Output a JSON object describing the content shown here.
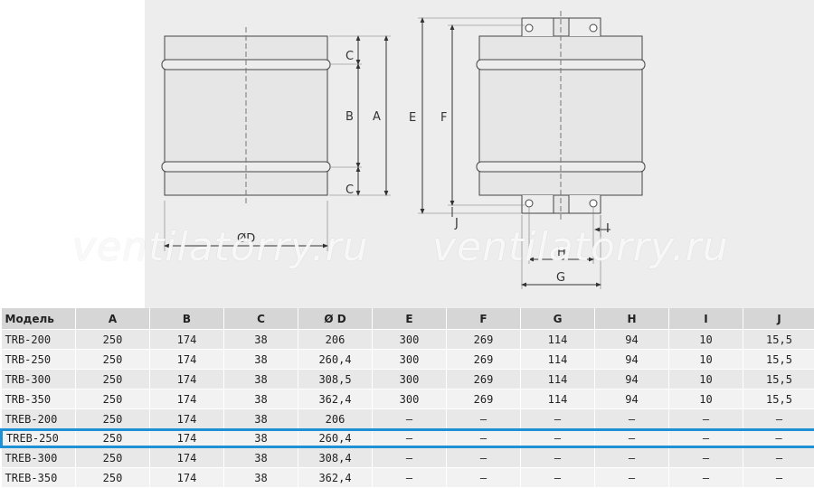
{
  "watermark": "ventilatorry.ru",
  "dimension_labels": {
    "a": "A",
    "b": "B",
    "c_top": "C",
    "c_bottom": "C",
    "d": "ØD",
    "e": "E",
    "f": "F",
    "g": "G",
    "h": "H",
    "i": "I",
    "j": "J"
  },
  "table": {
    "headers": [
      "Модель",
      "A",
      "B",
      "C",
      "Ø D",
      "E",
      "F",
      "G",
      "H",
      "I",
      "J"
    ],
    "rows": [
      [
        "TRB-200",
        "250",
        "174",
        "38",
        "206",
        "300",
        "269",
        "114",
        "94",
        "10",
        "15,5"
      ],
      [
        "TRB-250",
        "250",
        "174",
        "38",
        "260,4",
        "300",
        "269",
        "114",
        "94",
        "10",
        "15,5"
      ],
      [
        "TRB-300",
        "250",
        "174",
        "38",
        "308,5",
        "300",
        "269",
        "114",
        "94",
        "10",
        "15,5"
      ],
      [
        "TRB-350",
        "250",
        "174",
        "38",
        "362,4",
        "300",
        "269",
        "114",
        "94",
        "10",
        "15,5"
      ],
      [
        "TREB-200",
        "250",
        "174",
        "38",
        "206",
        "–",
        "–",
        "–",
        "–",
        "–",
        "–"
      ],
      [
        "TREB-250",
        "250",
        "174",
        "38",
        "260,4",
        "–",
        "–",
        "–",
        "–",
        "–",
        "–"
      ],
      [
        "TREB-300",
        "250",
        "174",
        "38",
        "308,4",
        "–",
        "–",
        "–",
        "–",
        "–",
        "–"
      ],
      [
        "TREB-350",
        "250",
        "174",
        "38",
        "362,4",
        "–",
        "–",
        "–",
        "–",
        "–",
        "–"
      ]
    ],
    "selected_row": 5
  },
  "colors": {
    "highlight": "#1e90d6",
    "drawing_background": "#ededed",
    "header_background": "#d6d6d6"
  }
}
